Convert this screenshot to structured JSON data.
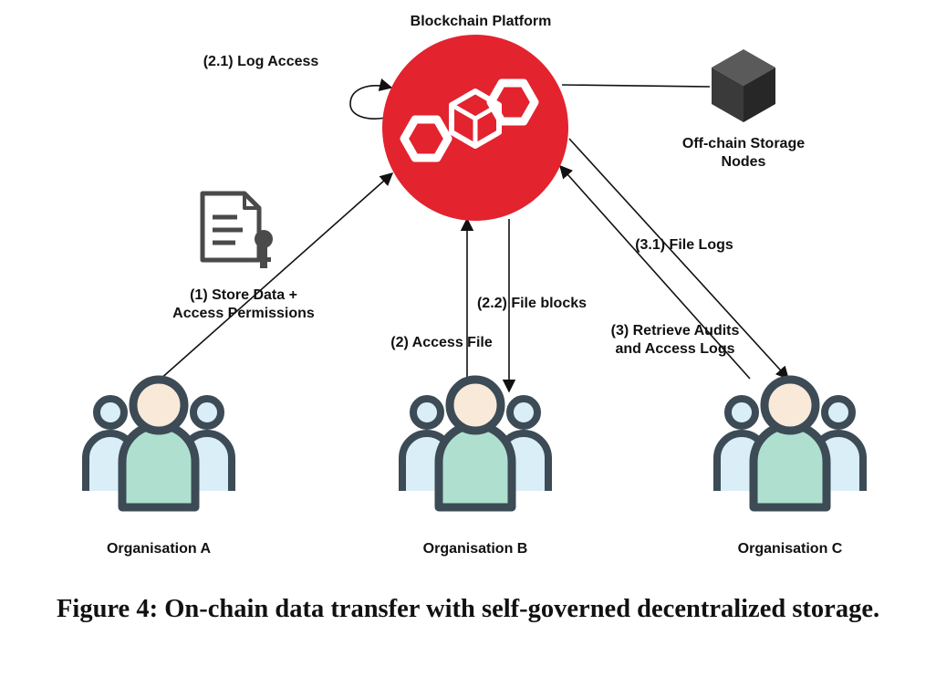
{
  "diagram": {
    "platform": {
      "label": "Blockchain Platform",
      "color": "#e3232e"
    },
    "storage": {
      "label_line1": "Off-chain Storage",
      "label_line2": "Nodes",
      "color": "#3a3a3a"
    },
    "organisations": [
      {
        "label": "Organisation A"
      },
      {
        "label": "Organisation B"
      },
      {
        "label": "Organisation C"
      }
    ],
    "edges": {
      "log_access": "(2.1) Log Access",
      "store_line1": "(1) Store Data +",
      "store_line2": "Access Permissions",
      "file_blocks": "(2.2) File blocks",
      "access_file": "(2) Access File",
      "file_logs": "(3.1) File Logs",
      "retrieve_line1": "(3) Retrieve Audits",
      "retrieve_line2": "and Access Logs"
    },
    "icons": {
      "platform": "hexagon-chain-icon",
      "storage": "cube-icon",
      "document": "document-key-icon",
      "organisation": "people-group-icon"
    },
    "person_colors": {
      "outline": "#3c4b55",
      "center_head": "#f8e9d9",
      "center_body": "#afe0cf",
      "side_fill": "#d9eef7"
    }
  },
  "caption": "Figure 4: On-chain data transfer with self-governed decentralized storage."
}
